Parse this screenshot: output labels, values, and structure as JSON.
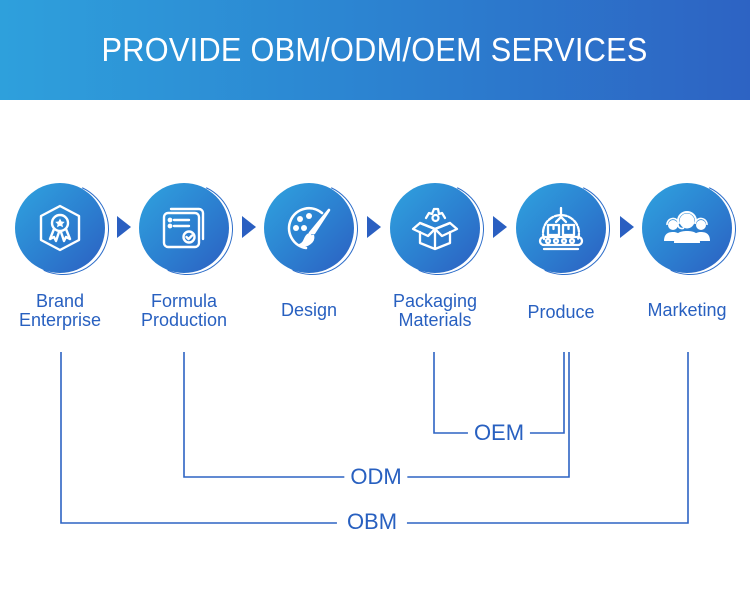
{
  "header": {
    "title": "PROVIDE OBM/ODM/OEM SERVICES"
  },
  "colors": {
    "primary": "#2860c0",
    "gradient_start": "#2ea0dc",
    "gradient_end": "#2d63c3"
  },
  "steps": [
    {
      "label_line1": "Brand",
      "label_line2": "Enterprise",
      "icon": "award-badge-icon"
    },
    {
      "label_line1": "Formula",
      "label_line2": "Production",
      "icon": "formula-card-icon"
    },
    {
      "label_line1": "Design",
      "label_line2": "",
      "icon": "palette-brush-icon"
    },
    {
      "label_line1": "Packaging",
      "label_line2": "Materials",
      "icon": "package-gear-icon"
    },
    {
      "label_line1": "Produce",
      "label_line2": "",
      "icon": "production-line-icon"
    },
    {
      "label_line1": "Marketing",
      "label_line2": "",
      "icon": "customer-service-icon"
    }
  ],
  "brackets": [
    {
      "name": "OEM",
      "spans": "Packaging Materials → Produce"
    },
    {
      "name": "ODM",
      "spans": "Formula Production → Produce"
    },
    {
      "name": "OBM",
      "spans": "Brand Enterprise → Marketing"
    }
  ]
}
